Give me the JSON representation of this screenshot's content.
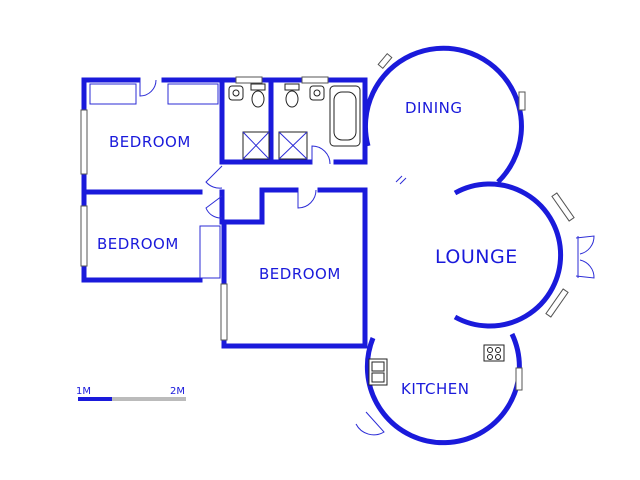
{
  "rooms": {
    "bedroom_1": "BEDROOM",
    "bedroom_2": "BEDROOM",
    "bedroom_3": "BEDROOM",
    "dining": "DINING",
    "lounge": "LOUNGE",
    "kitchen": "KITCHEN"
  },
  "scale_bar": {
    "label_1m": "1M",
    "label_2m": "2M"
  },
  "colors": {
    "wall": "#1a1adb",
    "scale_dark": "#1a1adb",
    "scale_light": "#bbbbbb"
  }
}
